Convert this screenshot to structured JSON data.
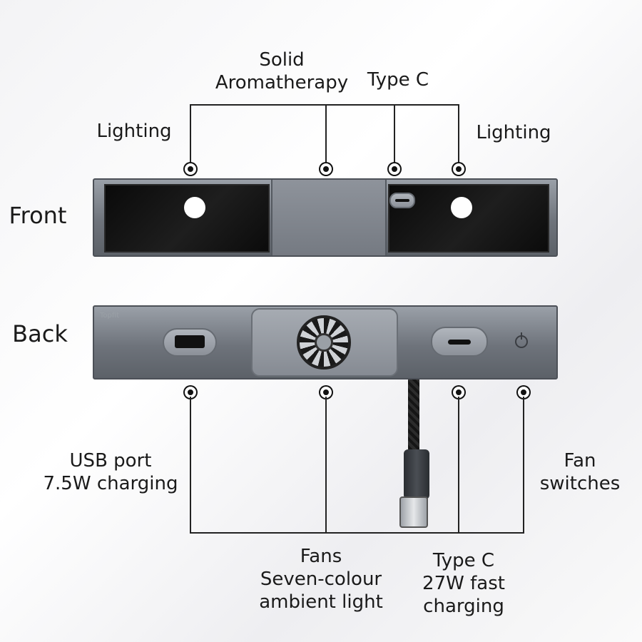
{
  "labels": {
    "front": "Front",
    "back": "Back",
    "top_lighting_left": "Lighting",
    "top_aroma": [
      "Solid",
      "Aromatherapy"
    ],
    "top_typec": "Type C",
    "top_lighting_right": "Lighting",
    "usb_port": [
      "USB port",
      "7.5W charging"
    ],
    "fans": [
      "Fans",
      "Seven-colour",
      "ambient light"
    ],
    "typec_fast": [
      "Type C",
      "27W fast",
      "charging"
    ],
    "fan_switches": [
      "Fan",
      "switches"
    ]
  },
  "device": {
    "brand_mark": "Topfit"
  },
  "colors": {
    "line": "#222222",
    "body_metal": "#6e737b",
    "panel_black": "#0a0a0a"
  }
}
